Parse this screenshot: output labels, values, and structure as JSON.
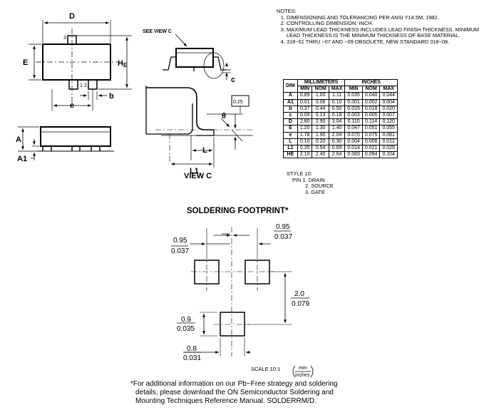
{
  "package_labels": {
    "D": "D",
    "E": "E",
    "HE": "H",
    "HE_sub": "E",
    "pin1": "1",
    "pin2": "2",
    "pin3": "3",
    "b": "b",
    "e": "e",
    "A": "A",
    "A1": "A1",
    "c": "c",
    "L": "L",
    "L1": "L1",
    "theta": "θ",
    "gauge": "0.25",
    "see_view_c": "SEE VIEW C",
    "view_c": "VIEW C"
  },
  "notes": {
    "title": "NOTES:",
    "items": [
      "DIMENSIONING AND TOLERANCING PER ANSI Y14.5M, 1982.",
      "CONTROLLING DIMENSION: INCH.",
      "MAXIMUM LEAD THICKNESS INCLUDES LEAD FINISH THICKNESS. MINIMUM LEAD THICKNESS IS THE MINIMUM THICKNESS OF BASE MATERIAL.",
      "318−01 THRU −07 AND −09 OBSOLETE, NEW STANDARD 318−08."
    ]
  },
  "table": {
    "group_mm": "MILLIMETERS",
    "group_in": "INCHES",
    "dim_header": "DIM",
    "col_headers": [
      "MIN",
      "NOM",
      "MAX",
      "MIN",
      "NOM",
      "MAX"
    ],
    "rows": [
      [
        "A",
        "0.89",
        "1.00",
        "1.11",
        "0.035",
        "0.040",
        "0.044"
      ],
      [
        "A1",
        "0.01",
        "0.06",
        "0.10",
        "0.001",
        "0.002",
        "0.004"
      ],
      [
        "b",
        "0.37",
        "0.44",
        "0.50",
        "0.015",
        "0.018",
        "0.020"
      ],
      [
        "c",
        "0.09",
        "0.13",
        "0.18",
        "0.003",
        "0.005",
        "0.007"
      ],
      [
        "D",
        "2.80",
        "2.90",
        "3.04",
        "0.110",
        "0.114",
        "0.120"
      ],
      [
        "E",
        "1.20",
        "1.30",
        "1.40",
        "0.047",
        "0.051",
        "0.055"
      ],
      [
        "e",
        "1.78",
        "1.90",
        "2.04",
        "0.070",
        "0.075",
        "0.081"
      ],
      [
        "L",
        "0.10",
        "0.20",
        "0.30",
        "0.004",
        "0.008",
        "0.012"
      ],
      [
        "L1",
        "0.35",
        "0.54",
        "0.69",
        "0.014",
        "0.021",
        "0.029"
      ],
      [
        "HE",
        "2.10",
        "2.40",
        "2.64",
        "0.083",
        "0.094",
        "0.104"
      ]
    ]
  },
  "style": {
    "title": "STYLE 10:",
    "pins": [
      "PIN 1.  DRAIN",
      "2.  SOURCE",
      "3.  GATE"
    ]
  },
  "footprint": {
    "title": "SOLDERING FOOTPRINT*",
    "dim_left_mm": "0.95",
    "dim_left_in": "0.037",
    "dim_right_mm": "0.95",
    "dim_right_in": "0.037",
    "dim_height_mm": "2.0",
    "dim_height_in": "0.079",
    "dim_pad_h_mm": "0.9",
    "dim_pad_h_in": "0.035",
    "dim_pad_w_mm": "0.8",
    "dim_pad_w_in": "0.031",
    "scale_label": "SCALE 10:1",
    "scale_units_top": "mm",
    "scale_units_bottom": "inches"
  },
  "footnote": {
    "line1": "*For additional information on our Pb−Free strategy and soldering",
    "line2": "details, please download the ON Semiconductor Soldering and",
    "line3": "Mounting Techniques Reference Manual, SOLDERRM/D."
  }
}
